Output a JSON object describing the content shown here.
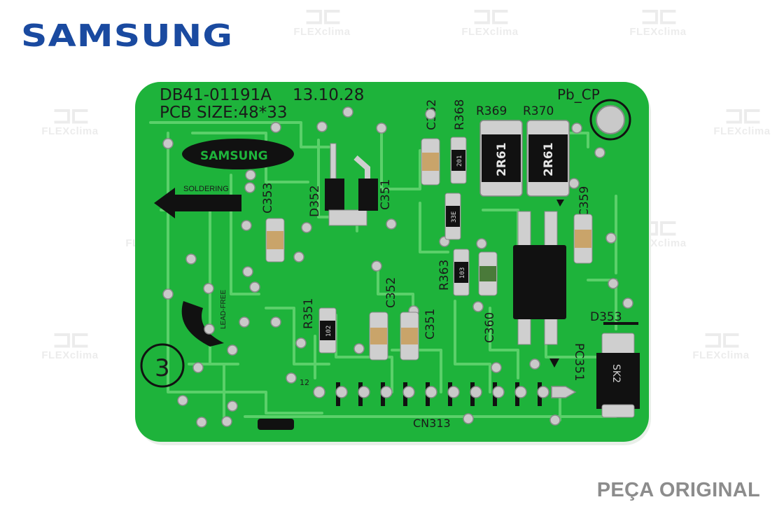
{
  "brand": {
    "name": "SAMSUNG",
    "color": "#1a4aa0"
  },
  "footer": {
    "label": "PEÇA ORIGINAL"
  },
  "watermark": {
    "text": "FLEXclima"
  },
  "board": {
    "part_number": "DB41-01191A",
    "date_code": "13.10.28",
    "pcb_size": "PCB SIZE:48*33",
    "plating_code": "Pb_CP",
    "logo_text": "SAMSUNG",
    "soldering_text": "SOLDERING",
    "lead_free_text": "LEAD-FREE",
    "revision": "3",
    "connector": {
      "name": "CN313",
      "pin_label": "12"
    },
    "colors": {
      "pcb": "#1eb33b",
      "trace": "#5bd06a",
      "pad": "#c9c9c9"
    },
    "labels": {
      "C353": "C353",
      "D352": "D352",
      "C351_top": "C351",
      "C362": "C362",
      "R368": "R368",
      "R369": "R369",
      "R370": "R370",
      "C359": "C359",
      "R363": "R363",
      "R351": "R351",
      "C352": "C352",
      "C351": "C351",
      "C360": "C360",
      "PC351": "PC351",
      "D353": "D353"
    },
    "resistor_codes": {
      "big1": "2R61",
      "big2": "2R61",
      "r201": "201",
      "r33e": "33E",
      "r103": "103",
      "r102": "102"
    },
    "diode_marking": "SK2"
  }
}
